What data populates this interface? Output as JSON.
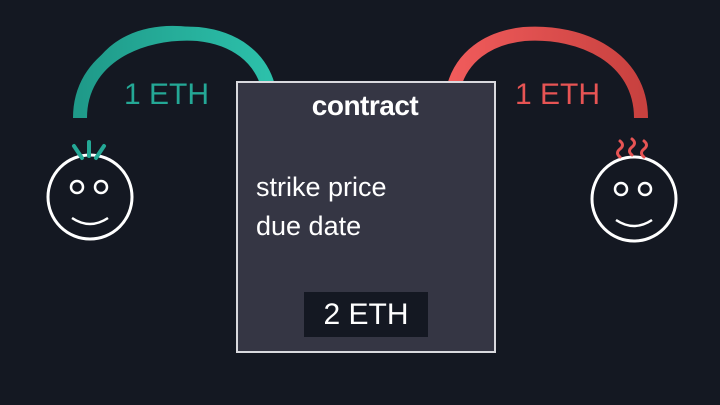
{
  "contract": {
    "title": "contract",
    "lines": [
      "strike price",
      "due date"
    ],
    "total": "2 ETH"
  },
  "left_party": {
    "amount": "1 ETH",
    "color": "#24a896",
    "icon": "smiley-face-with-spiky-hair-icon"
  },
  "right_party": {
    "amount": "1 ETH",
    "color": "#e75454",
    "icon": "smiley-face-with-wavy-steam-icon"
  }
}
